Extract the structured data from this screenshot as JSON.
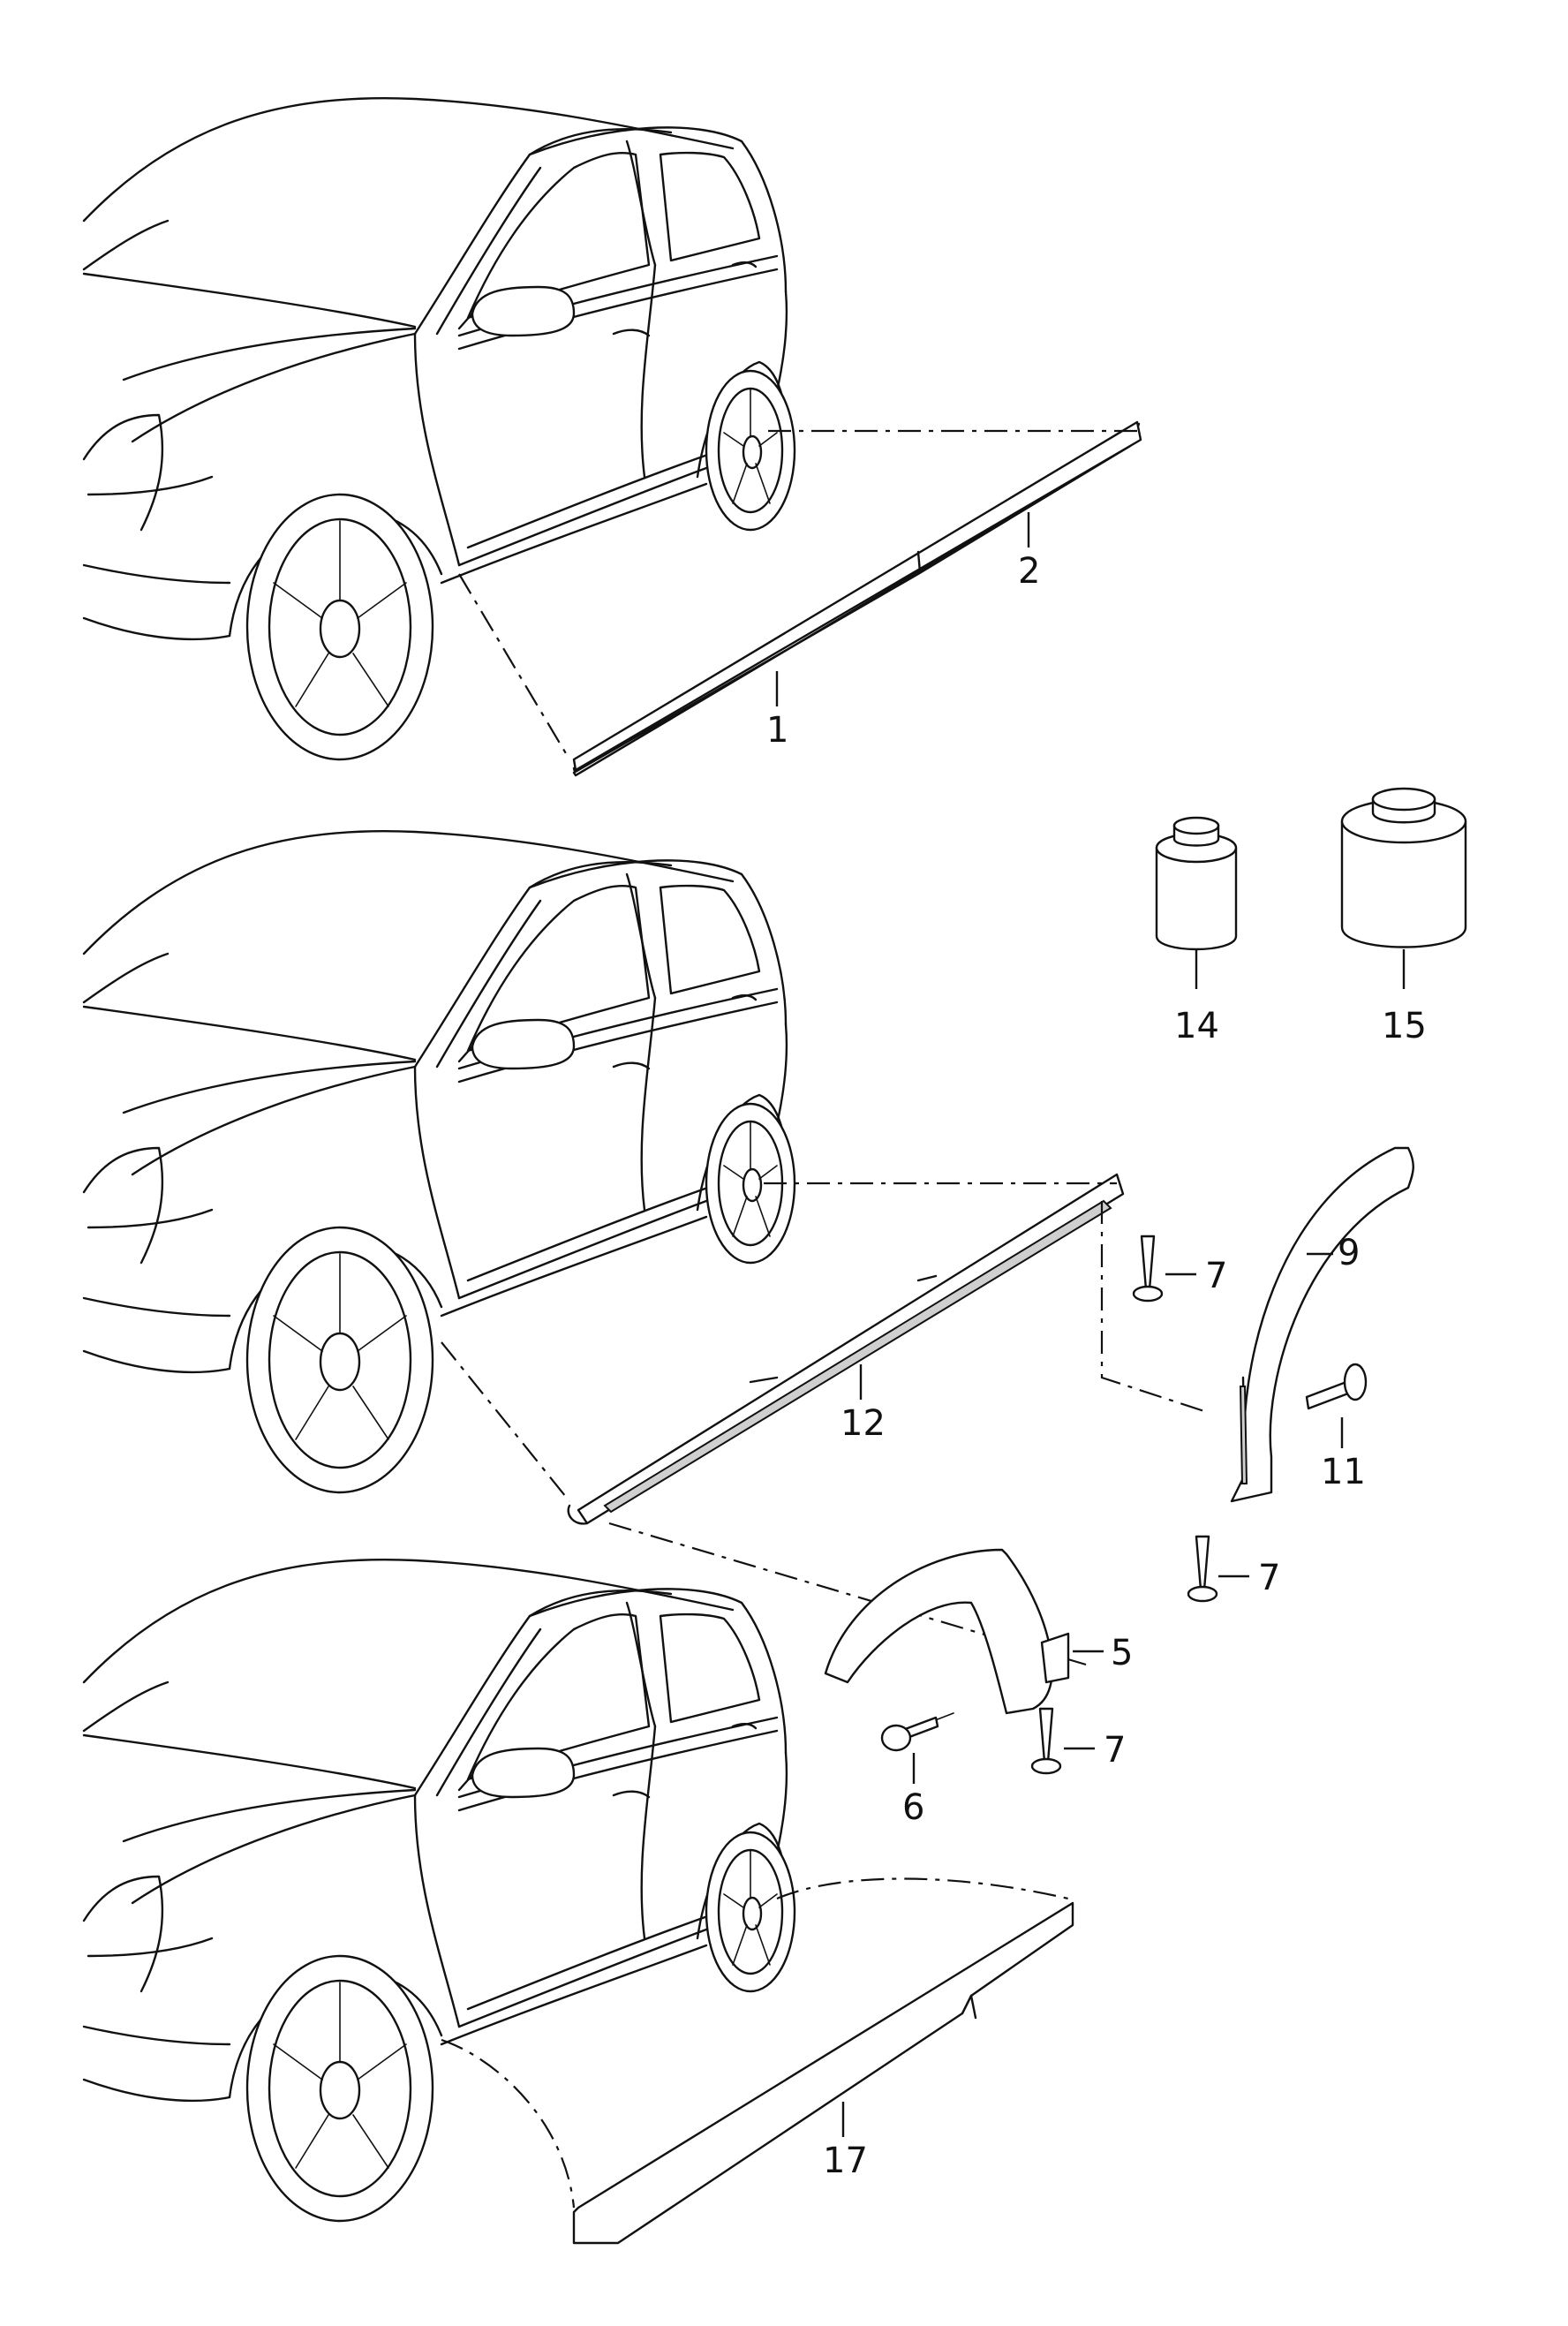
{
  "diagram": {
    "callouts": [
      "1",
      "2",
      "12",
      "14",
      "15",
      "9",
      "7",
      "11",
      "5",
      "6",
      "17"
    ]
  }
}
